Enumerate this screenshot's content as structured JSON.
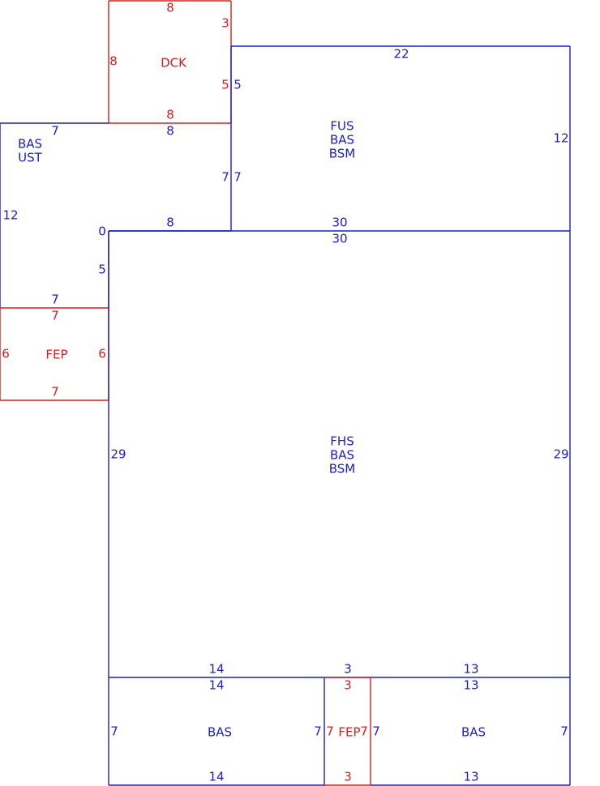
{
  "colors": {
    "blue": "#1c1cc8",
    "red": "#d42020"
  },
  "areas": [
    {
      "name": "DCK",
      "color": "red",
      "labels": [
        "DCK"
      ],
      "dims": [
        "8",
        "3",
        "8",
        "5",
        "8"
      ]
    },
    {
      "name": "FUS",
      "color": "blue",
      "labels": [
        "FUS",
        "BAS",
        "BSM"
      ],
      "dims": [
        "22",
        "12",
        "30",
        "5",
        "7"
      ]
    },
    {
      "name": "BAS UST",
      "color": "blue",
      "labels": [
        "BAS",
        "UST"
      ],
      "dims": [
        "7",
        "8",
        "12",
        "7",
        "8",
        "0",
        "5",
        "7"
      ]
    },
    {
      "name": "FEP LEFT",
      "color": "red",
      "labels": [
        "FEP"
      ],
      "dims": [
        "7",
        "6",
        "6",
        "7"
      ]
    },
    {
      "name": "FHS",
      "color": "blue",
      "labels": [
        "FHS",
        "BAS",
        "BSM"
      ],
      "dims": [
        "30",
        "29",
        "29",
        "14",
        "3",
        "13"
      ]
    },
    {
      "name": "BAS LEFT",
      "color": "blue",
      "labels": [
        "BAS"
      ],
      "dims": [
        "14",
        "7",
        "7",
        "14"
      ]
    },
    {
      "name": "FEP BOTTOM",
      "color": "red",
      "labels": [
        "FEP"
      ],
      "dims": [
        "3",
        "7",
        "7",
        "3"
      ]
    },
    {
      "name": "BAS RIGHT",
      "color": "blue",
      "labels": [
        "BAS"
      ],
      "dims": [
        "13",
        "7",
        "7",
        "13"
      ]
    }
  ]
}
